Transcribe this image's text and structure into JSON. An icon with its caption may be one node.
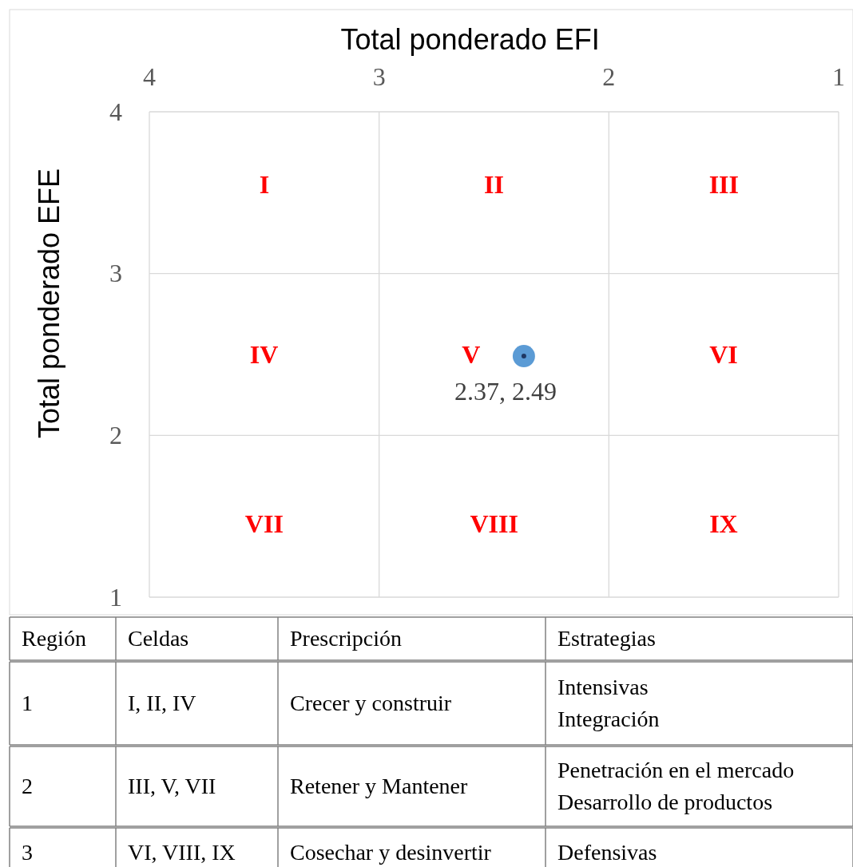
{
  "diagram": {
    "labels": [
      "Región",
      "Celdas",
      "Prescripción",
      "Estrategias",
      "1",
      "I, II, IV",
      "Crecer y construir",
      "Intensivas",
      "Integración",
      "2",
      "III, V, VII",
      "Retener y Mantener",
      "Penetración en el mercado",
      "Desarrollo de productos",
      "3",
      "VI, VIII, IX",
      "Cosechar y desinvertir",
      "Defensivas"
    ],
    "chart_data": {
      "type": "scatter",
      "xlabel": "Total ponderado EFI",
      "ylabel": "Total ponderado EFE",
      "xlim": [
        4,
        1
      ],
      "ylim": [
        1,
        4
      ],
      "xticks": [
        4,
        3,
        2,
        1
      ],
      "yticks": [
        1,
        2,
        3,
        4
      ],
      "x": [
        2.37
      ],
      "series": [
        {
          "color": "#5b9bd5",
          "values": [
            2.49
          ]
        }
      ],
      "grid": true,
      "annotations": [
        "I",
        "II",
        "III",
        "IV",
        "V",
        "VI",
        "VII",
        "VIII",
        "IX",
        "2.37, 2.49"
      ]
    }
  }
}
